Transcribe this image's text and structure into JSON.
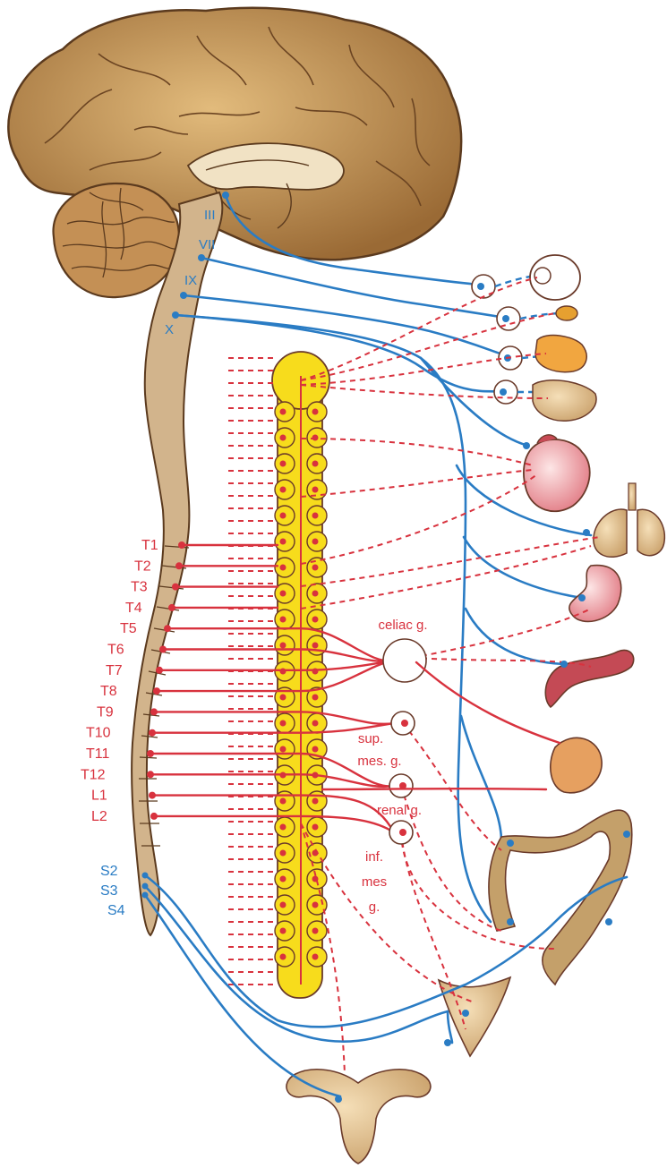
{
  "cranial_nerves": [
    "III",
    "VII",
    "IX",
    "X"
  ],
  "spinal_levels": [
    "T1",
    "T2",
    "T3",
    "T4",
    "T5",
    "T6",
    "T7",
    "T8",
    "T9",
    "T10",
    "T11",
    "T12",
    "L1",
    "L2"
  ],
  "sacral_levels": [
    "S2",
    "S3",
    "S4"
  ],
  "ganglia": {
    "celiac": "celiac g.",
    "sup_mes_line1": "sup.",
    "sup_mes_line2": "mes. g.",
    "renal": "renal g.",
    "inf_mes_line1": "inf.",
    "inf_mes_line2": "mes",
    "inf_mes_line3": "g."
  },
  "colors": {
    "parasympathetic": "#2a7cc4",
    "sympathetic": "#d8323e",
    "chain": "#f7dc1c",
    "brain": "#c79a5c",
    "cord": "#d2b48c"
  }
}
